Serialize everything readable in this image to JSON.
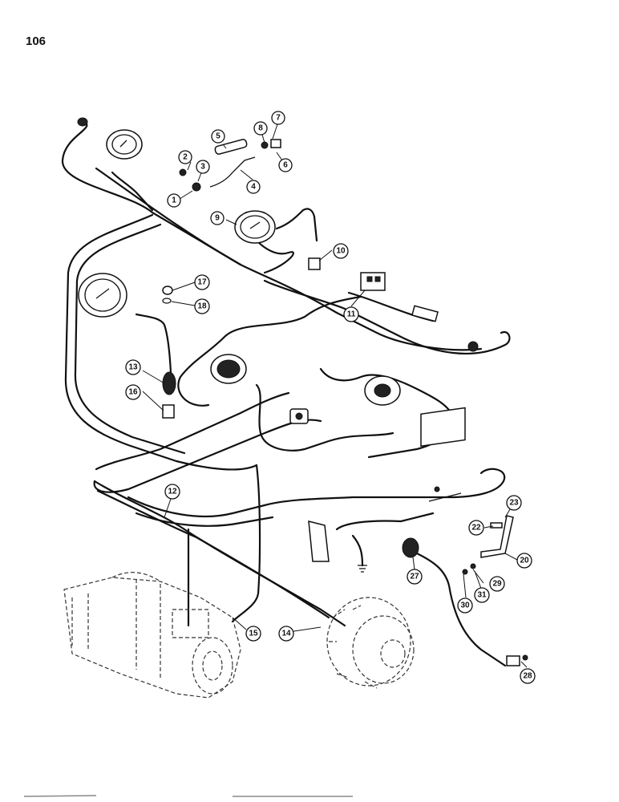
{
  "page_number": "106",
  "callouts": [
    {
      "label": "1"
    },
    {
      "label": "2"
    },
    {
      "label": "3"
    },
    {
      "label": "4"
    },
    {
      "label": "5"
    },
    {
      "label": "6"
    },
    {
      "label": "7"
    },
    {
      "label": "8"
    },
    {
      "label": "9"
    },
    {
      "label": "10"
    },
    {
      "label": "11"
    },
    {
      "label": "12"
    },
    {
      "label": "13"
    },
    {
      "label": "14"
    },
    {
      "label": "15"
    },
    {
      "label": "16"
    },
    {
      "label": "17"
    },
    {
      "label": "18"
    },
    {
      "label": "20"
    },
    {
      "label": "22"
    },
    {
      "label": "23"
    },
    {
      "label": "27"
    },
    {
      "label": "28"
    },
    {
      "label": "29"
    },
    {
      "label": "30"
    },
    {
      "label": "31"
    }
  ]
}
